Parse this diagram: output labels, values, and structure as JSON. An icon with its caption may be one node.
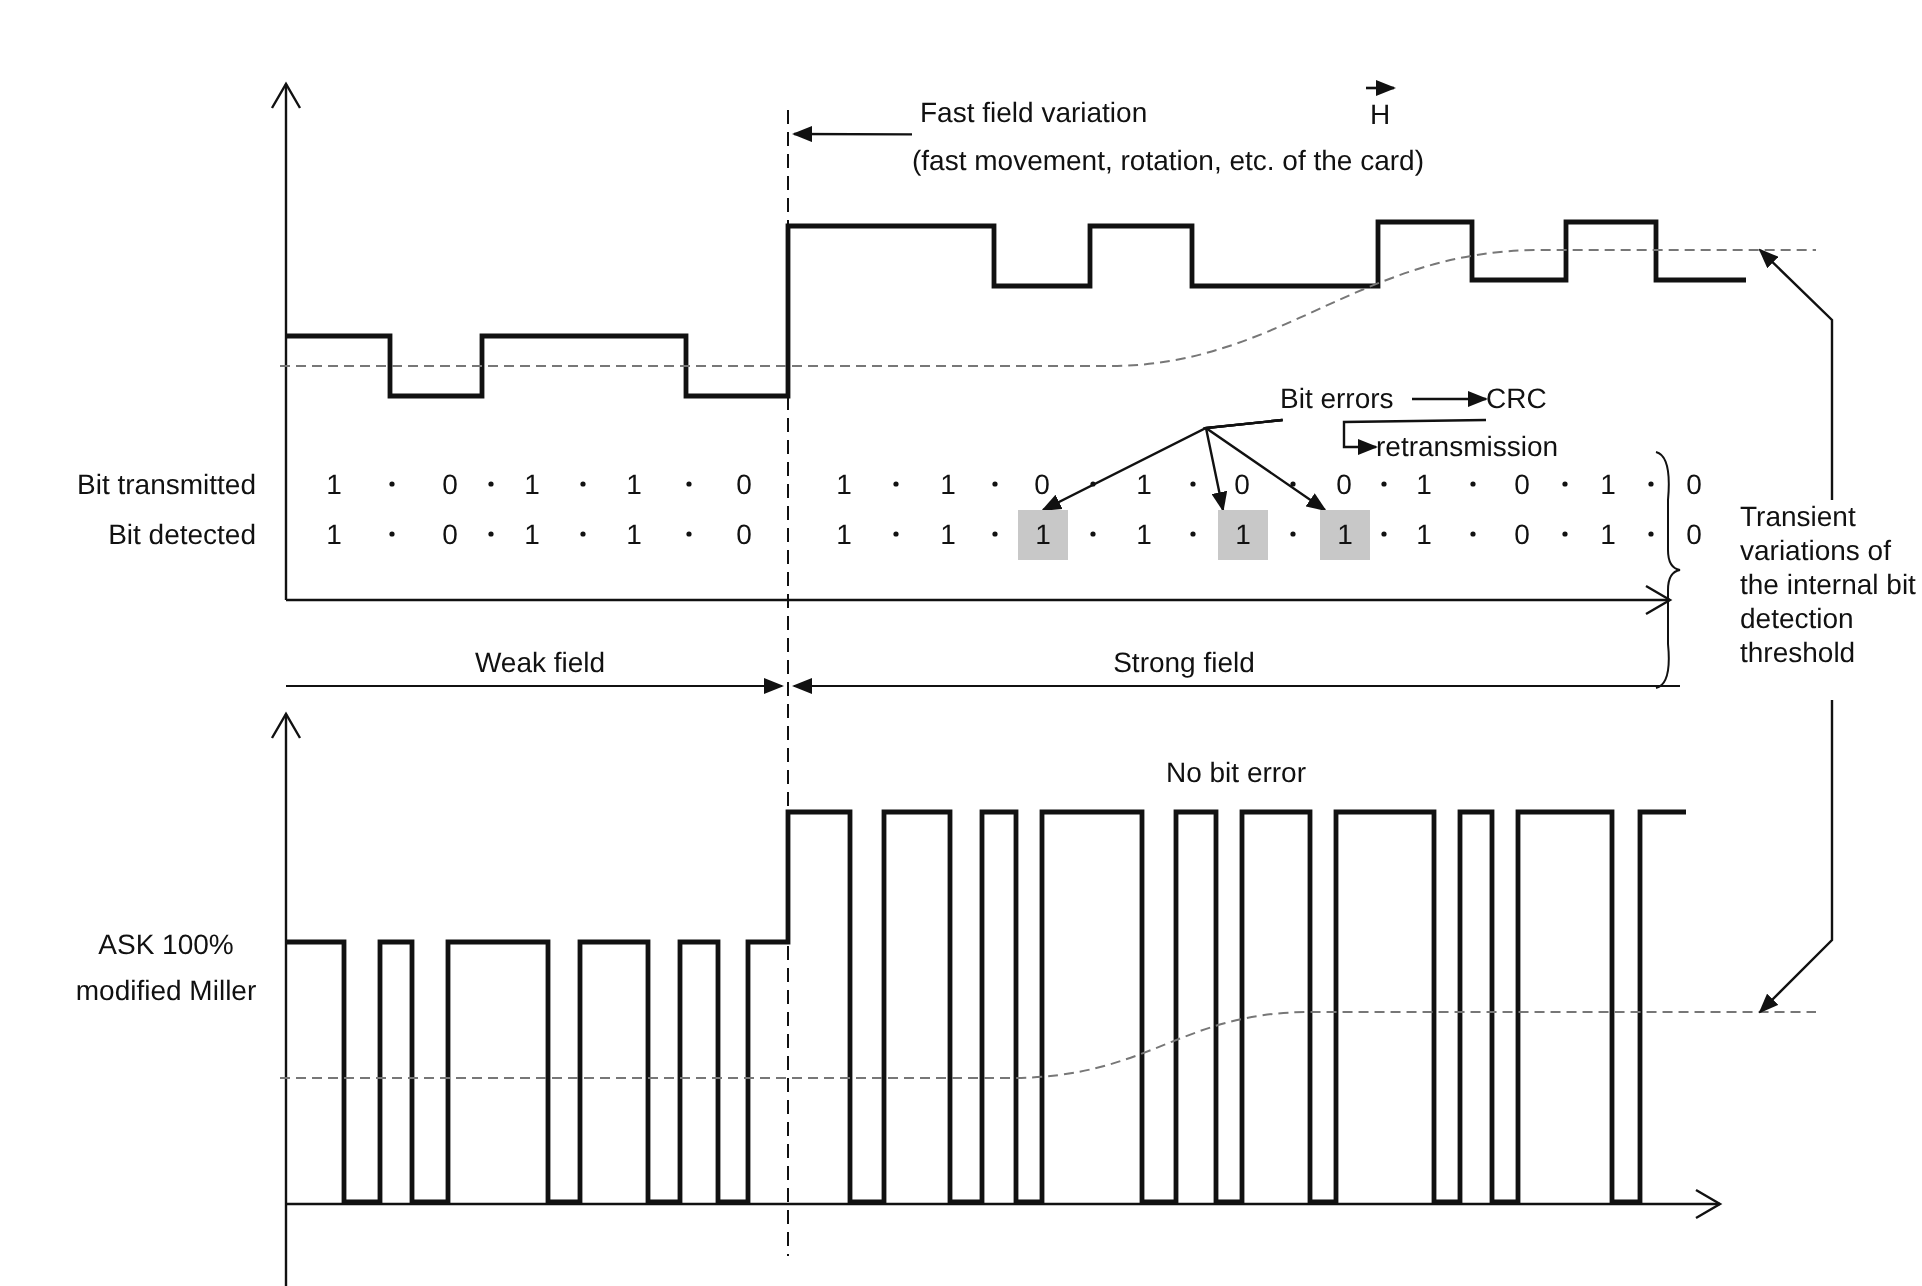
{
  "diagram": {
    "nodes": [
      {
        "text": [
          "Fast field variation",
          "(fast movement, rotation, etc. of the card)"
        ]
      },
      {
        "text": [
          "Bit errors"
        ]
      },
      {
        "text": [
          "CRC"
        ]
      },
      {
        "text": [
          "retransmission"
        ]
      },
      {
        "text": [
          "1"
        ]
      },
      {
        "text": [
          "1"
        ]
      },
      {
        "text": [
          "1"
        ]
      },
      {
        "text": [
          "Transient variations of the internal bit detection threshold"
        ]
      },
      {
        "text": [],
        "shape": "curve"
      },
      {
        "text": [],
        "shape": "curve"
      }
    ],
    "edges": [
      {
        "from": 0,
        "to": null,
        "arrow": "to"
      },
      {
        "from": 1,
        "to": 2,
        "arrow": "to"
      },
      {
        "from": 2,
        "to": 3,
        "arrow": "to"
      },
      {
        "from": 1,
        "to": 4,
        "arrow": "to"
      },
      {
        "from": 1,
        "to": 5,
        "arrow": "to"
      },
      {
        "from": 1,
        "to": 6,
        "arrow": "to"
      },
      {
        "from": 7,
        "to": 8,
        "arrow": "to"
      },
      {
        "from": 7,
        "to": 9,
        "arrow": "to"
      }
    ],
    "labels": [
      "H",
      "Bit transmitted",
      "Bit detected",
      "1",
      "0",
      "1",
      "1",
      "0",
      "1",
      "1",
      "0",
      "1",
      "0",
      "0",
      "1",
      "0",
      "1",
      "0",
      "1",
      "0",
      "1",
      "1",
      "0",
      "1",
      "1",
      "1",
      "1",
      "0",
      "1",
      "0",
      "Weak field",
      "Strong field",
      "No bit error",
      "ASK 100% modified Miller"
    ]
  }
}
